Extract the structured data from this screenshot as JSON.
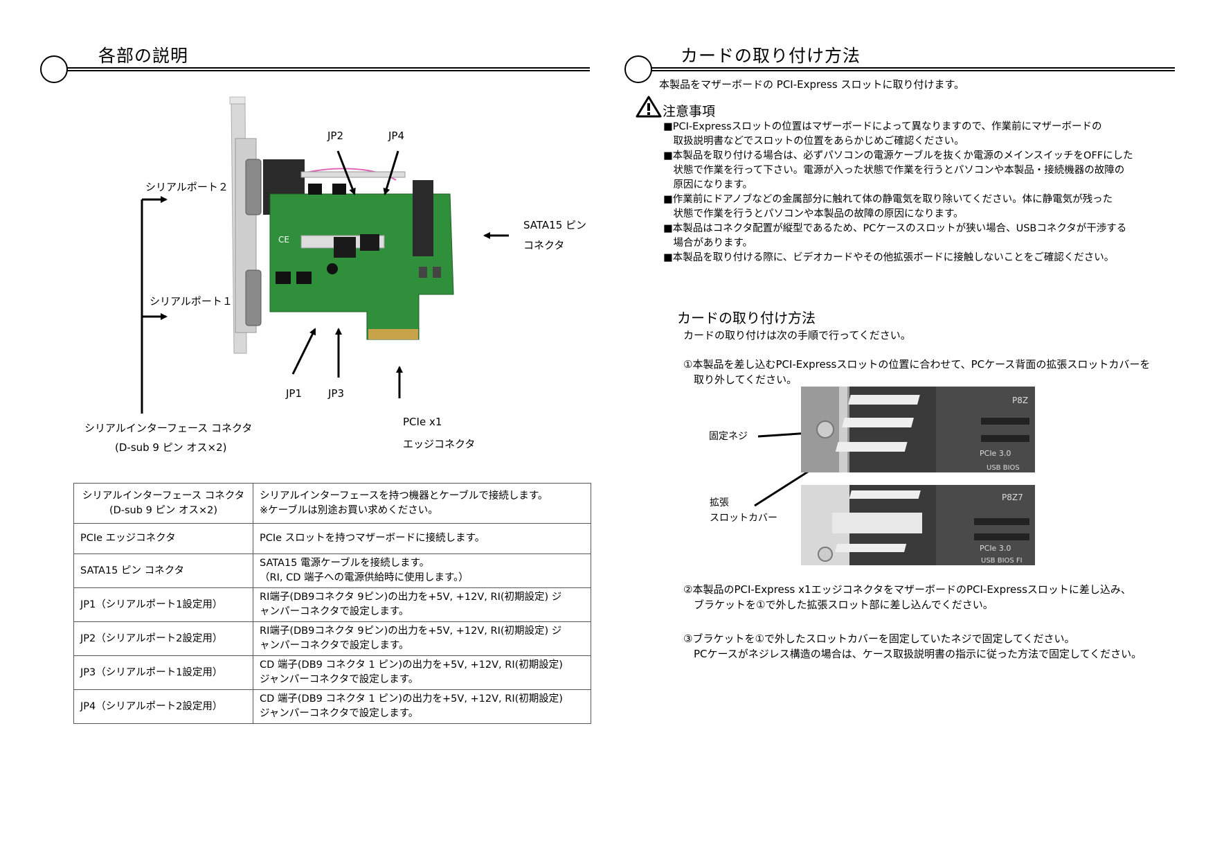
{
  "left": {
    "title": "各部の説明",
    "labels": {
      "jp2": "JP2",
      "jp4": "JP4",
      "serial_port2": "シリアルポート２",
      "serial_port1": "シリアルポート１",
      "sata_line1": "SATA15 ピン",
      "sata_line2": "コネクタ",
      "jp1": "JP1",
      "jp3": "JP3",
      "pcie_line1": "PCIe x1",
      "pcie_line2": "エッジコネクタ",
      "serial_if_line1": "シリアルインターフェース コネクタ",
      "serial_if_line2": "(D-sub 9 ピン オス×2)"
    },
    "board_mark": "CE",
    "table": [
      {
        "name": [
          "シリアルインターフェース コネクタ",
          "(D-sub 9 ピン オス×2)"
        ],
        "desc": [
          "シリアルインターフェースを持つ機器とケーブルで接続します。",
          "※ケーブルは別途お買い求めください。"
        ]
      },
      {
        "name": [
          "PCIe エッジコネクタ"
        ],
        "desc": [
          "PCIe スロットを持つマザーボードに接続します。"
        ]
      },
      {
        "name": [
          "SATA15 ピン コネクタ"
        ],
        "desc": [
          "SATA15 電源ケーブルを接続します。",
          "（RI, CD 端子への電源供給時に使用します。）"
        ]
      },
      {
        "name": [
          "JP1（シリアルポート1設定用）"
        ],
        "desc": [
          "RI端子(DB9コネクタ 9ピン)の出力を+5V, +12V, RI(初期設定) ジ",
          "ャンパーコネクタで設定します。"
        ]
      },
      {
        "name": [
          "JP2（シリアルポート2設定用）"
        ],
        "desc": [
          "RI端子(DB9コネクタ 9ピン)の出力を+5V, +12V, RI(初期設定) ジ",
          "ャンパーコネクタで設定します。"
        ]
      },
      {
        "name": [
          "JP3（シリアルポート1設定用）"
        ],
        "desc": [
          "CD 端子(DB9 コネクタ 1 ピン)の出力を+5V, +12V, RI(初期設定)",
          "ジャンパーコネクタで設定します。"
        ]
      },
      {
        "name": [
          "JP4（シリアルポート2設定用）"
        ],
        "desc": [
          "CD 端子(DB9 コネクタ 1 ピン)の出力を+5V, +12V, RI(初期設定)",
          "ジャンパーコネクタで設定します。"
        ]
      }
    ]
  },
  "right": {
    "title": "カードの取り付け方法",
    "intro": "本製品をマザーボードの PCI-Express スロットに取り付けます。",
    "notice_title": "注意事項",
    "notices": [
      "■PCI-Expressスロットの位置はマザーボードによって異なりますので、作業前にマザーボードの",
      "　取扱説明書などでスロットの位置をあらかじめご確認ください。",
      "■本製品を取り付ける場合は、必ずパソコンの電源ケーブルを抜くか電源のメインスイッチをOFFにした",
      "　状態で作業を行って下さい。電源が入った状態で作業を行うとパソコンや本製品・接続機器の故障の",
      "　原因になります。",
      "■作業前にドアノブなどの金属部分に触れて体の静電気を取り除いてください。体に静電気が残った",
      "　状態で作業を行うとパソコンや本製品の故障の原因になります。",
      "■本製品はコネクタ配置が縦型であるため、PCケースのスロットが狭い場合、USBコネクタが干渉する",
      "　場合があります。",
      "■本製品を取り付ける際に、ビデオカードやその他拡張ボードに接触しないことをご確認ください。"
    ],
    "subtitle": "カードの取り付け方法",
    "sub_intro": "カードの取り付けは次の手順で行ってください。",
    "step1": [
      "①本製品を差し込むPCI-Expressスロットの位置に合わせて、PCケース背面の拡張スロットカバーを",
      "　取り外してください。"
    ],
    "photo_labels": {
      "screw": "固定ネジ",
      "cover_line1": "拡張",
      "cover_line2": "スロットカバー"
    },
    "photo_texts": {
      "board_id": "P8Z",
      "board_id2": "P8Z7",
      "pcie": "PCIe 3.0",
      "bios": "USB BIOS",
      "bios2": "USB BIOS FI"
    },
    "step2": [
      "②本製品のPCI-Express x1エッジコネクタをマザーボードのPCI-Expressスロットに差し込み、",
      "　ブラケットを①で外した拡張スロット部に差し込んでください。"
    ],
    "step3": [
      "③ブラケットを①で外したスロットカバーを固定していたネジで固定してください。",
      "　PCケースがネジレス構造の場合は、ケース取扱説明書の指示に従った方法で固定してください。"
    ]
  },
  "colors": {
    "pcb": "#2f8f3a",
    "gold": "#c9a34a",
    "bracket": "#d8d8d8"
  }
}
